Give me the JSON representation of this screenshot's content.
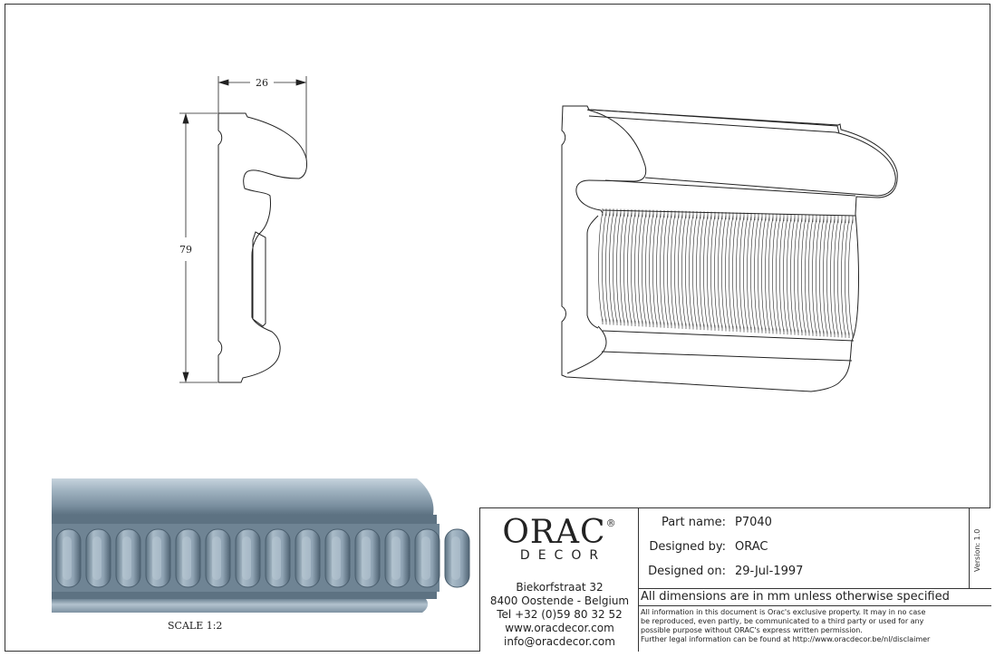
{
  "drawing": {
    "dimension_width": "26",
    "dimension_height": "79",
    "scale_label": "SCALE  1:2"
  },
  "title_block": {
    "logo_brand": "ORAC",
    "logo_registered": "®",
    "logo_subtitle": "DECOR",
    "address_lines": [
      "Biekorfstraat 32",
      "8400 Oostende - Belgium",
      "Tel  +32 (0)59 80 32 52",
      "www.oracdecor.com",
      "info@oracdecor.com"
    ],
    "part_name_label": "Part name:",
    "part_name_value": "P7040",
    "designed_by_label": "Designed by:",
    "designed_by_value": "ORAC",
    "designed_on_label": "Designed on:",
    "designed_on_value": "29-Jul-1997",
    "version": "Version: 1.0",
    "dimensions_note": "All dimensions are in mm unless otherwise specified",
    "legal_lines": [
      "All information in this document is Orac's exclusive property.  It may in no case",
      "be reproduced, even partly, be communicated to a third party or used for any",
      "possible purpose without ORAC's express written permission.",
      "Further legal information can be found at http://www.oracdecor.be/nl/disclaimer"
    ]
  },
  "colors": {
    "line": "#222222",
    "render_blue": "#8fa3b3",
    "render_dark": "#5d7282",
    "render_light": "#c6d3dd"
  }
}
